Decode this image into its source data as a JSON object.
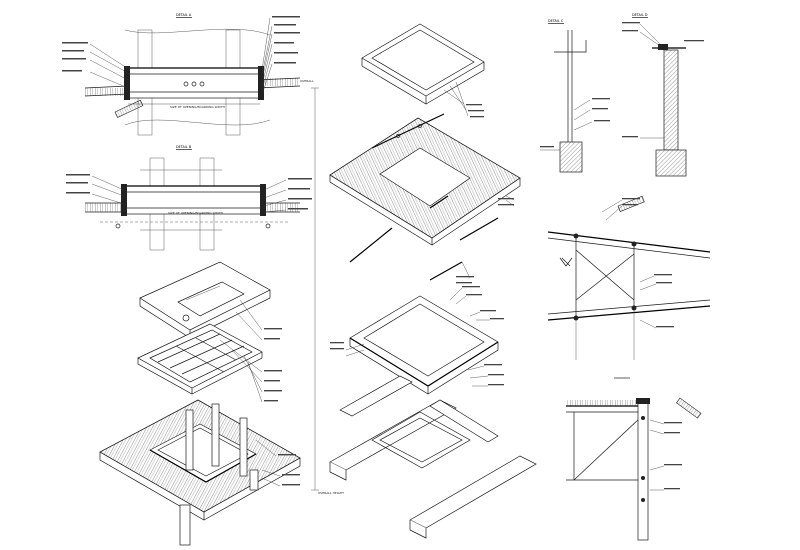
{
  "sheet": {
    "detail_a_title": "DETAIL A",
    "detail_b_title": "DETAIL B",
    "detail_c_title": "DETAIL C",
    "detail_d_title": "DETAIL D",
    "detail_e_title": "DETAIL E",
    "dim_overall": "OVERALL",
    "opening_a": "SIZE OF OPENING/BOARDING WIDTH",
    "opening_b": "SIZE OF OPENING/BOARDING WIDTH",
    "vertical_dim": "OVERALL HEIGHT"
  },
  "colors": {
    "ink": "#1a1a1a",
    "paper": "#ffffff"
  }
}
